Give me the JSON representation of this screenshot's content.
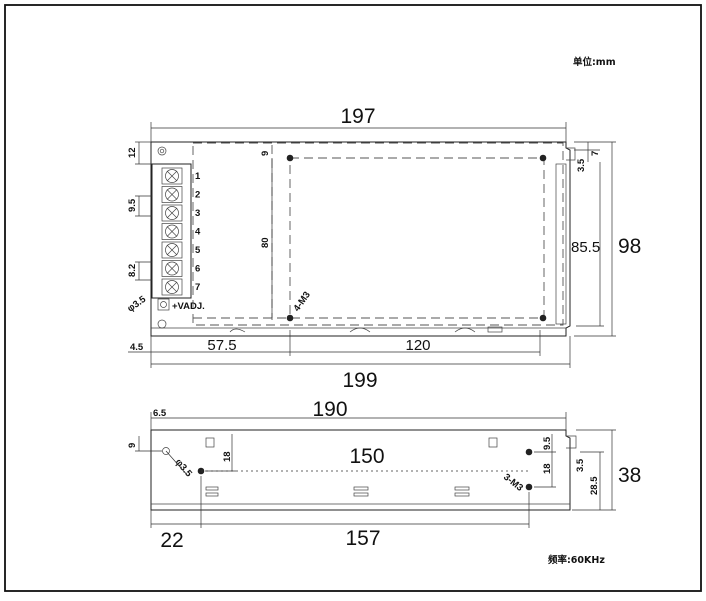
{
  "unit_label": "单位:mm",
  "frequency_label": "频率:60KHz",
  "top_view": {
    "overall_width_top": "197",
    "overall_width_bottom": "199",
    "overall_height": "98",
    "inner_height": "85.5",
    "hole_row_height": "80",
    "hole_spacing": "120",
    "hole_offset": "57.5",
    "bottom_offset": "4.5",
    "top_margin": "12",
    "corner_hole": "3.5",
    "corner_dim": "7",
    "top_inset": "9",
    "terminal_pitch_a": "9.5",
    "terminal_pitch_b": "8.2",
    "mount_hole_label": "4-M3",
    "vadj_label": "+VADJ.",
    "hole_diameter_label": "φ3.5",
    "terminals": [
      "1",
      "2",
      "3",
      "4",
      "5",
      "6",
      "7"
    ]
  },
  "side_view": {
    "overall_length": "190",
    "hole_spacing_inner": "150",
    "hole_spacing_outer": "157",
    "left_offset": "22",
    "left_edge": "6.5",
    "height": "38",
    "hole_height": "28.5",
    "top_offset_left": "9",
    "slot_dim_left": "18",
    "slot_dim_right": "18",
    "right_top": "9.5",
    "right_corner": "3.5",
    "mount_hole_label": "3-M3",
    "hole_diameter_label": "φ3.5"
  }
}
